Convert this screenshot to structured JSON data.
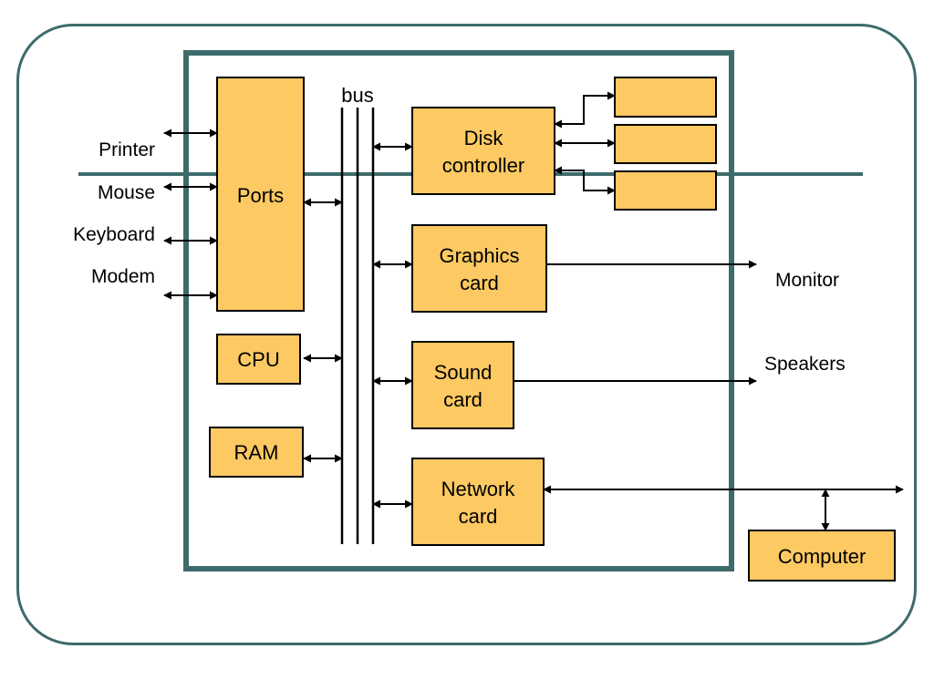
{
  "colors": {
    "frame": "#3d6b6b",
    "box_fill": "#fcc962",
    "box_stroke": "#000000",
    "line": "#000000"
  },
  "labels": {
    "bus": "bus",
    "ports": "Ports",
    "cpu": "CPU",
    "ram": "RAM",
    "disk_controller": [
      "Disk",
      "controller"
    ],
    "graphics_card": [
      "Graphics",
      "card"
    ],
    "sound_card": [
      "Sound",
      "card"
    ],
    "network_card": [
      "Network",
      "card"
    ],
    "computer": "Computer"
  },
  "external_devices": {
    "printer": "Printer",
    "mouse": "Mouse",
    "keyboard": "Keyboard",
    "modem": "Modem",
    "monitor": "Monitor",
    "speakers": "Speakers"
  }
}
